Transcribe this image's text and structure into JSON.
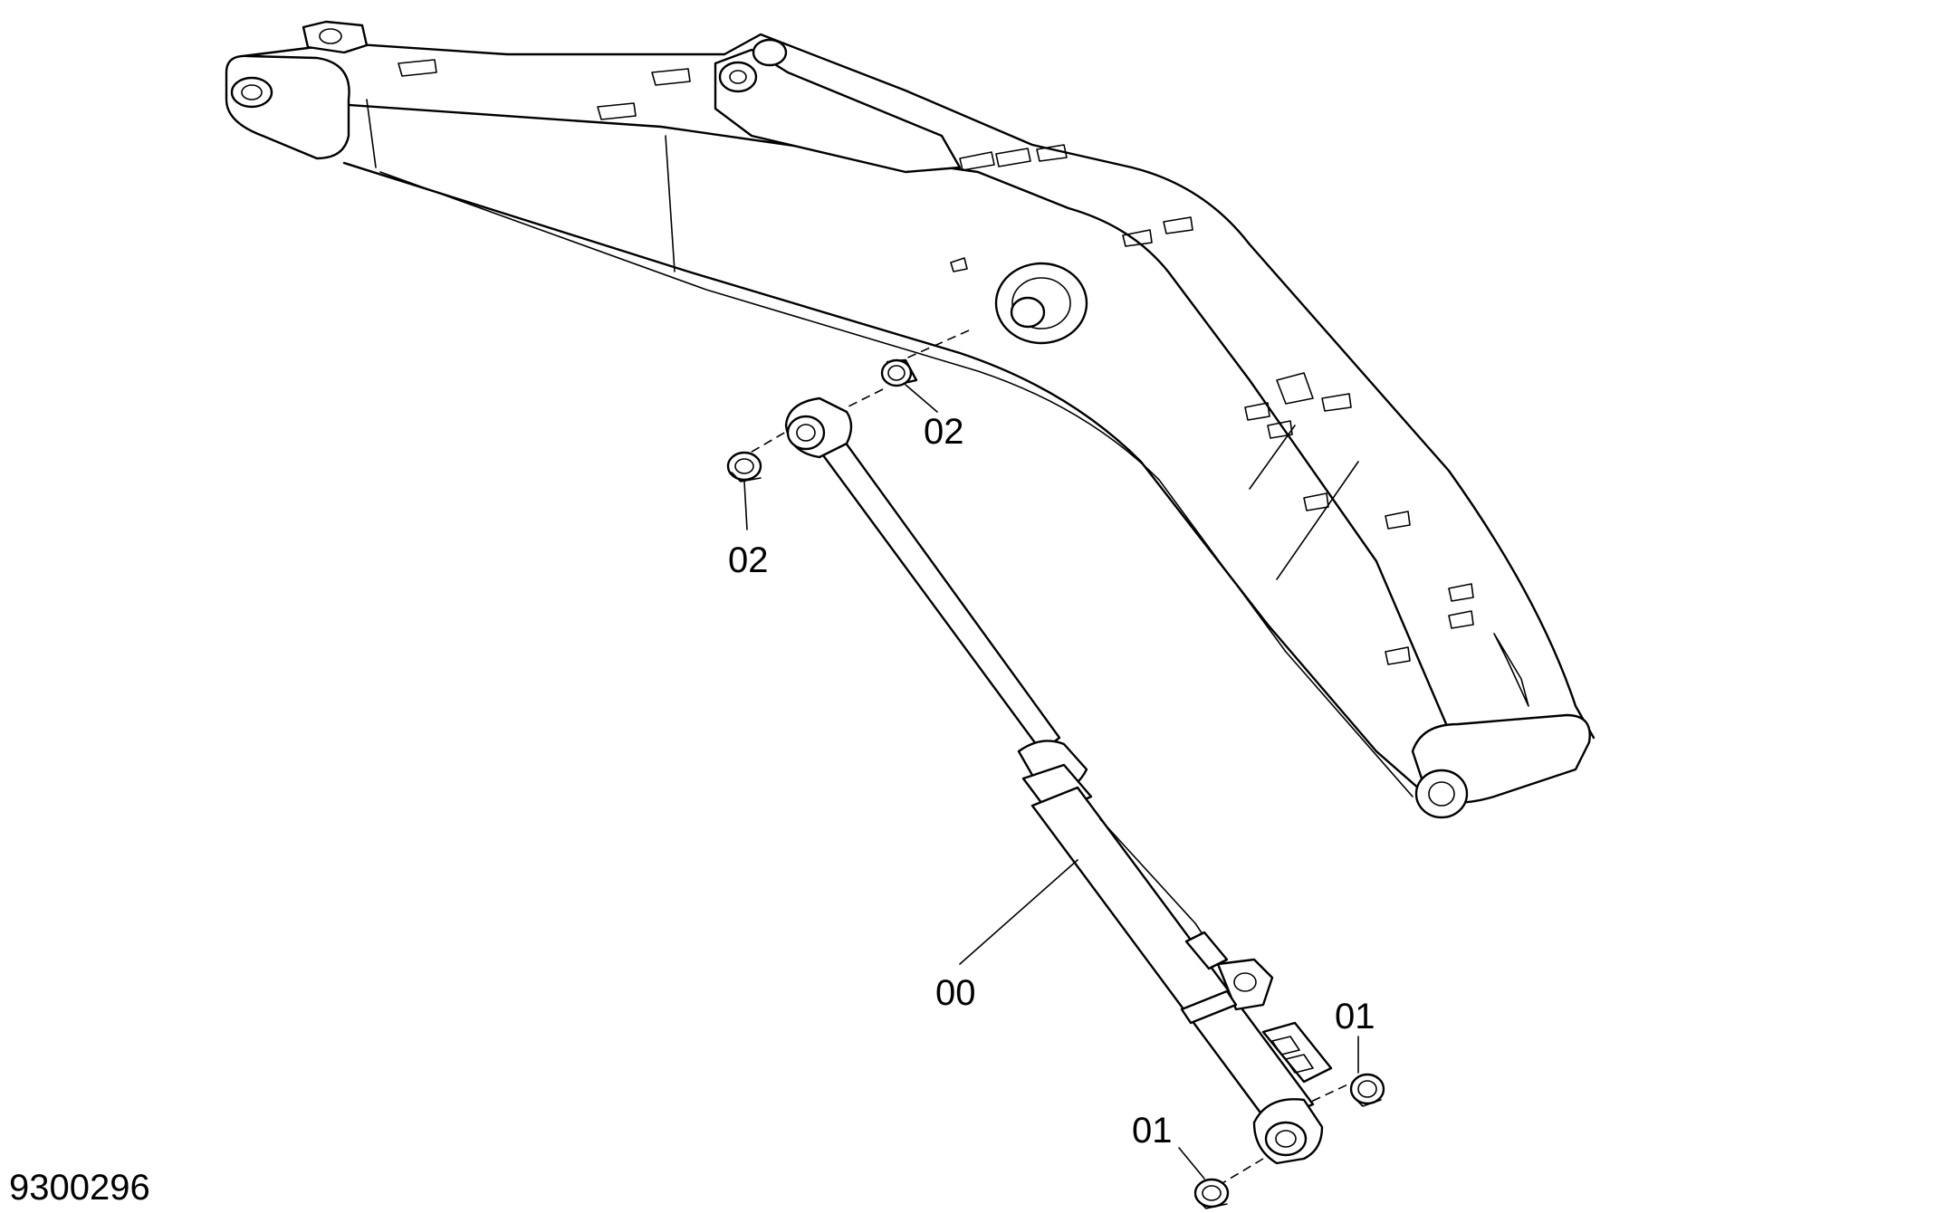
{
  "drawing": {
    "figure_number": "9300296",
    "callouts": {
      "cylinder": "00",
      "bushing_bottom_left": "01",
      "bushing_bottom_right": "01",
      "bushing_top_right": "02",
      "bushing_top_left": "02"
    }
  }
}
